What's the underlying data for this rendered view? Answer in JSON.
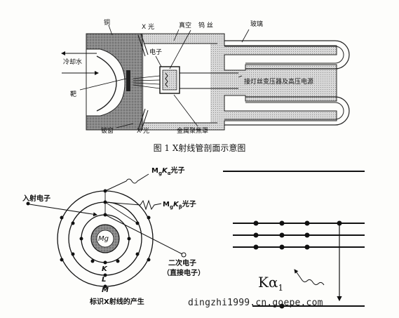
{
  "figure1": {
    "labels": {
      "copper": "铜",
      "xray_top": "X 光",
      "vacuum": "真空",
      "tungsten_wire": "钨 丝",
      "glass": "玻璃",
      "cooling_water": "冷却水",
      "electron": "电子",
      "target": "靶",
      "transformer": "接灯丝变压器及高压电源",
      "beryllium_window": "铍窗",
      "xray_bottom": "X 光",
      "metal_focus_cup": "金属聚焦罩"
    },
    "caption": "图 1 X射线管剖面示意图"
  },
  "figure2": {
    "labels": {
      "incident_electron": "入射电子",
      "photon_top": "M",
      "photon_top_suffix": "光子",
      "photon_mid": "M",
      "photon_mid_suffix": "光子",
      "nucleus": "Mg",
      "shell_k": "K",
      "shell_l": "L",
      "shell_m": "M",
      "secondary_electron": "二次电子",
      "secondary_electron_sub": "（直接电子）",
      "bottom_caption": "标识X射线的产生"
    }
  },
  "figure3": {
    "kalpha": "Kα",
    "kalpha_sub": "1"
  },
  "watermark": "dingzhi1999.cn.goepe.com"
}
